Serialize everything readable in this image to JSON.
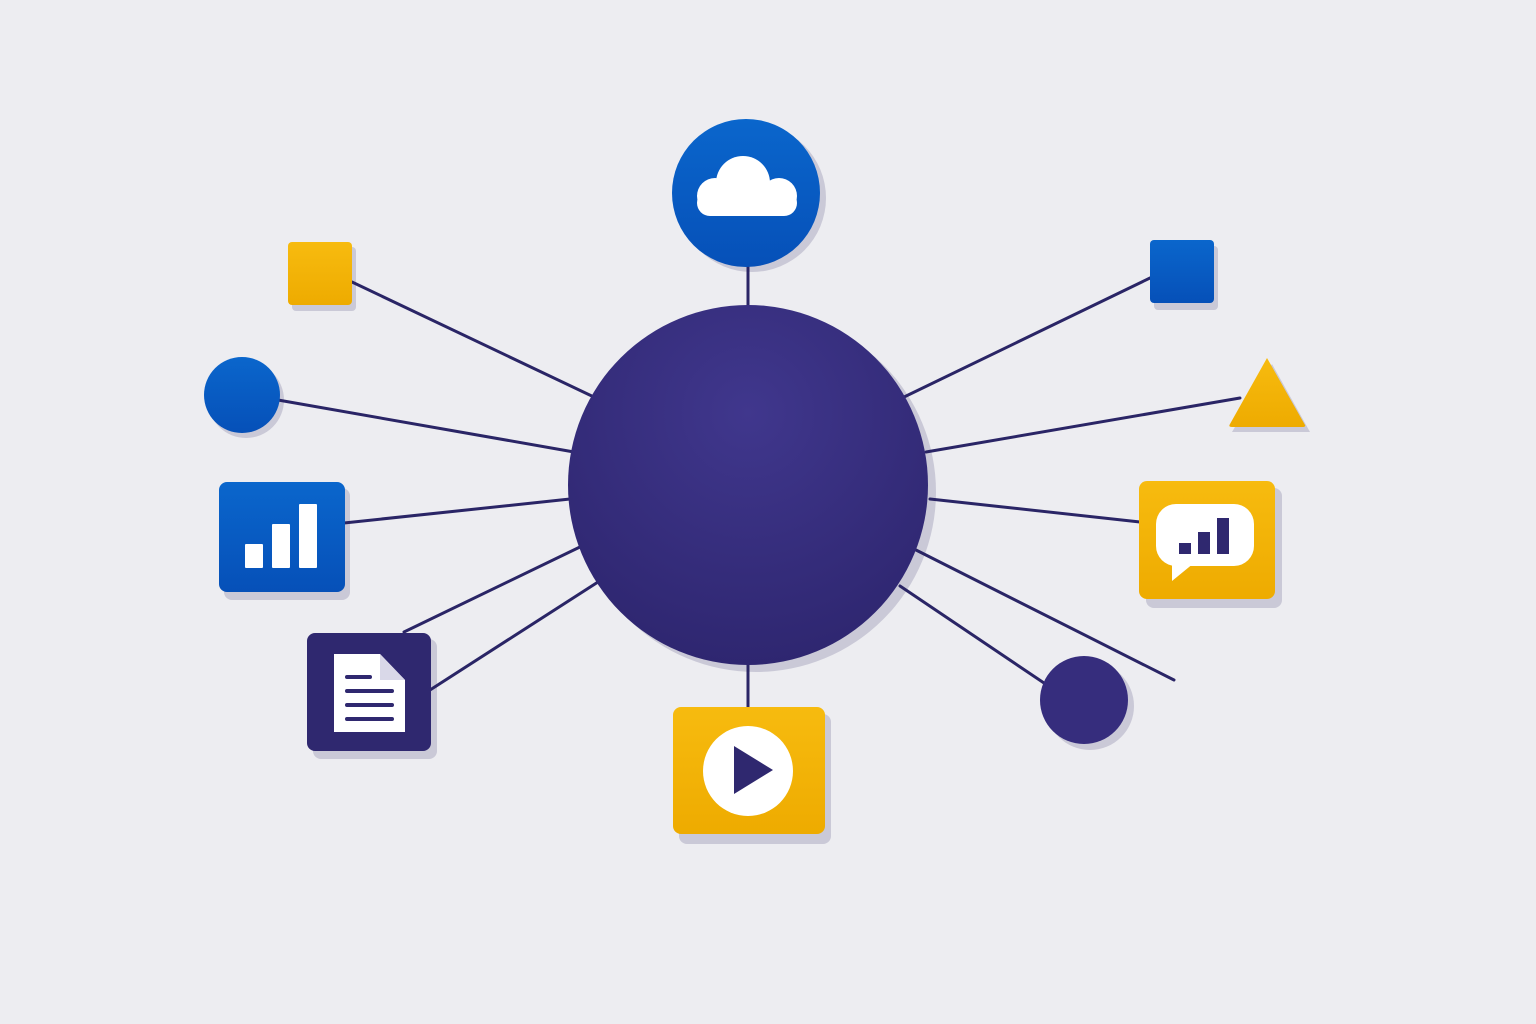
{
  "diagram": {
    "type": "hub-and-spoke",
    "colors": {
      "background": "#ededf1",
      "hub": "#372c80",
      "line": "#2a2566",
      "blue": "#0858c4",
      "yellow": "#f4b200",
      "navy": "#2f286f",
      "white": "#ffffff"
    },
    "hub": {
      "name": "central-hub",
      "icon": "none"
    },
    "nodes": [
      {
        "id": "cloud",
        "icon": "cloud-icon",
        "shape": "circle",
        "color": "blue"
      },
      {
        "id": "square-yellow",
        "icon": "square-icon",
        "shape": "square",
        "color": "yellow"
      },
      {
        "id": "circle-blue",
        "icon": "circle-icon",
        "shape": "circle",
        "color": "blue"
      },
      {
        "id": "bar-chart",
        "icon": "bar-chart-icon",
        "shape": "rounded-square",
        "color": "blue"
      },
      {
        "id": "document",
        "icon": "document-icon",
        "shape": "rounded-square",
        "color": "navy"
      },
      {
        "id": "play",
        "icon": "play-icon",
        "shape": "rounded-square",
        "color": "yellow"
      },
      {
        "id": "circle-navy",
        "icon": "circle-icon",
        "shape": "circle",
        "color": "navy"
      },
      {
        "id": "chat-chart",
        "icon": "chat-bar-chart-icon",
        "shape": "rounded-square",
        "color": "yellow"
      },
      {
        "id": "triangle",
        "icon": "triangle-icon",
        "shape": "triangle",
        "color": "yellow"
      },
      {
        "id": "square-blue",
        "icon": "square-icon",
        "shape": "square",
        "color": "blue"
      }
    ]
  }
}
